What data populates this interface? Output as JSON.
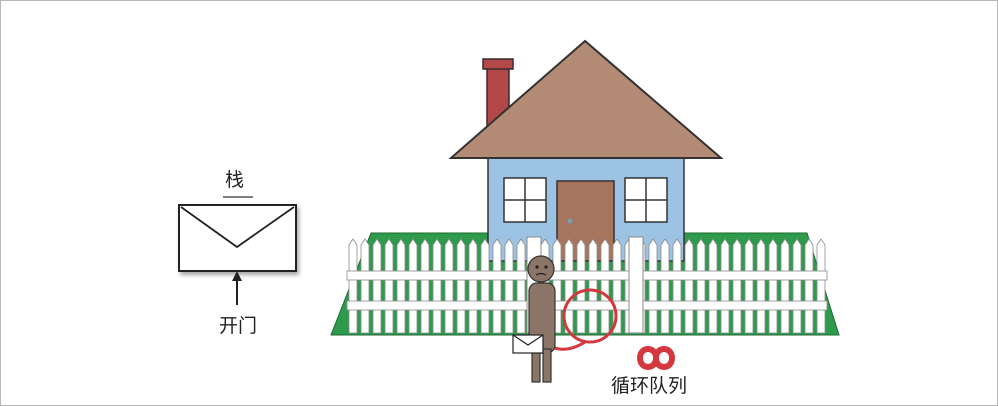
{
  "labels": {
    "stack": "栈",
    "door": "开门",
    "circular_queue": "循环队列"
  },
  "icons": {
    "envelope": "envelope-icon",
    "arrow": "arrow-up-icon",
    "infinity": "infinity-icon"
  },
  "colors": {
    "roof": "#b38a73",
    "wall": "#9cc3e3",
    "door": "#a7745e",
    "chimney": "#b24848",
    "grass": "#2e9a4c",
    "fence": "#ffffff",
    "loop": "#d2383c"
  }
}
